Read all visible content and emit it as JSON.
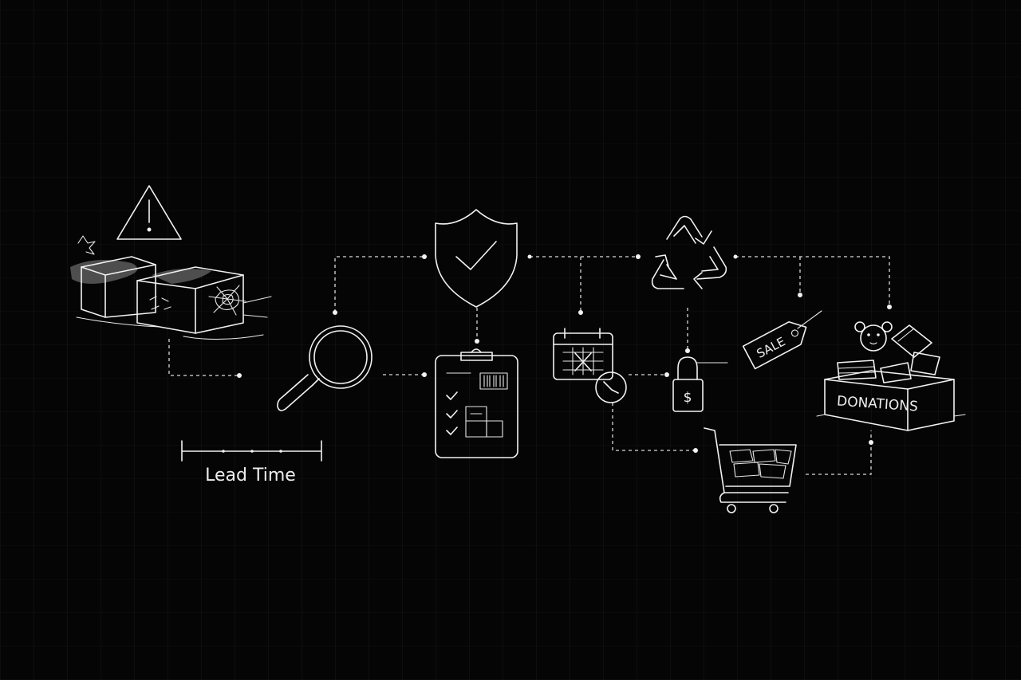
{
  "diagram": {
    "lead_time_label": "Lead Time",
    "sale_tag_label": "SALE",
    "donations_label": "DONATIONS",
    "price_lock_symbol": "$"
  },
  "colors": {
    "background": "#050505",
    "line": "#f2f2f2",
    "grid": "#1a1a1a"
  },
  "icons": [
    "warning-icon",
    "damaged-boxes-icon",
    "magnifier-icon",
    "shield-check-icon",
    "clipboard-checklist-icon",
    "calendar-cancel-icon",
    "clock-icon",
    "recycle-icon",
    "price-lock-icon",
    "sale-tag-icon",
    "shopping-cart-icon",
    "donation-box-icon"
  ]
}
